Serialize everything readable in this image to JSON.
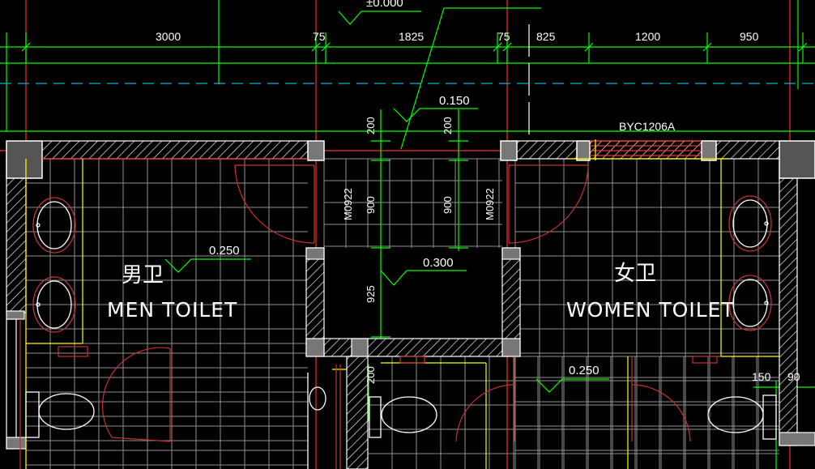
{
  "colors": {
    "background": "#000000",
    "grid": "#8f8f8f",
    "axis": "#ff2a2a",
    "dimension": "#00ff00",
    "wall": "#ffffff",
    "fixture": "#ffffff",
    "door": "#c83232",
    "yellow": "#ffff00",
    "cyan": "#00b7d8",
    "hatch": "#ffffff"
  },
  "top_dimensions": {
    "d1": "3000",
    "d2": "75",
    "d3": "1825",
    "d4": "75",
    "d5": "825",
    "d6": "1200",
    "d7": "950"
  },
  "vertical_dimensions": {
    "v1": "200",
    "v2": "200",
    "v3": "900",
    "v4": "900",
    "v5": "925",
    "v6": "200"
  },
  "door_labels": {
    "left": "M0922",
    "right": "M0922"
  },
  "window_label": "BYC1206A",
  "levels": {
    "top": "±0.000",
    "corridor": "0.150",
    "men": "0.250",
    "center": "0.300",
    "women": "0.250"
  },
  "rooms": {
    "men_cn": "男卫",
    "men_en": "MEN TOILET",
    "women_cn": "女卫",
    "women_en": "WOMEN TOILET"
  },
  "small_dimensions": {
    "s1": "150",
    "s2": "90"
  },
  "icons": {
    "sink": "sink-icon",
    "toilet": "toilet-icon",
    "column": "column-hatch-icon"
  }
}
